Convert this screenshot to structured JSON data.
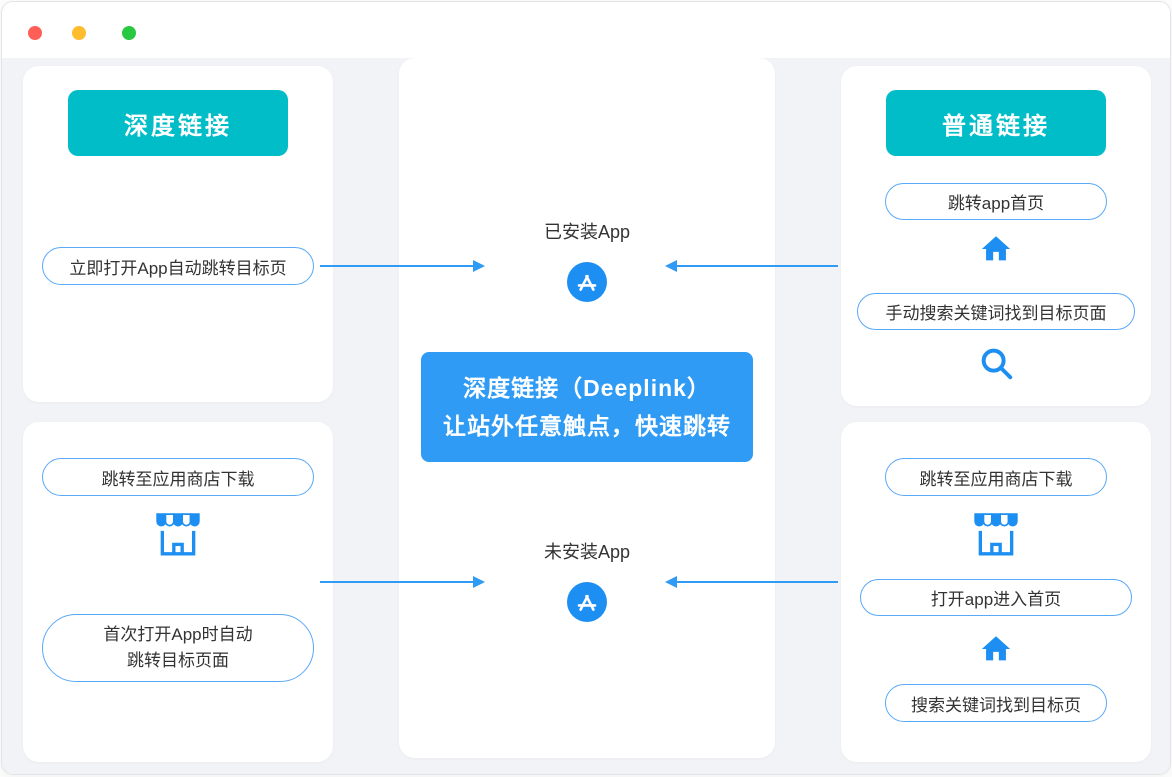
{
  "window": {
    "controls": {
      "close": "close",
      "minimize": "minimize",
      "zoom": "zoom"
    }
  },
  "colors": {
    "teal": "#00BDC7",
    "blue": "#2F9BF4",
    "pill_border": "#5AA9F7",
    "icon_blue": "#1E8FF2",
    "text": "#333333",
    "card_bg": "#FFFFFF",
    "canvas_bg": "#F2F3F6",
    "titlebar_bg": "#FFFFFF",
    "traffic_red": "#FF5F57",
    "traffic_yellow": "#FEBC2E",
    "traffic_green": "#28C840"
  },
  "icons": [
    "app-store-icon",
    "storefront-icon",
    "home-icon",
    "search-icon"
  ],
  "deeplink": {
    "header": "深度链接",
    "open_target_pill": "立即打开App自动跳转目标页",
    "store_pill": "跳转至应用商店下载",
    "first_open_pill_line1": "首次打开App时自动",
    "first_open_pill_line2": "跳转目标页面"
  },
  "center": {
    "installed_label": "已安装App",
    "not_installed_label": "未安装App",
    "banner_line1": "深度链接（Deeplink）",
    "banner_line2": "让站外任意触点，快速跳转"
  },
  "normal": {
    "header": "普通链接",
    "home_pill": "跳转app首页",
    "search_pill": "手动搜索关键词找到目标页面",
    "store_pill": "跳转至应用商店下载",
    "open_home_pill": "打开app进入首页",
    "keyword_pill": "搜索关键词找到目标页"
  }
}
